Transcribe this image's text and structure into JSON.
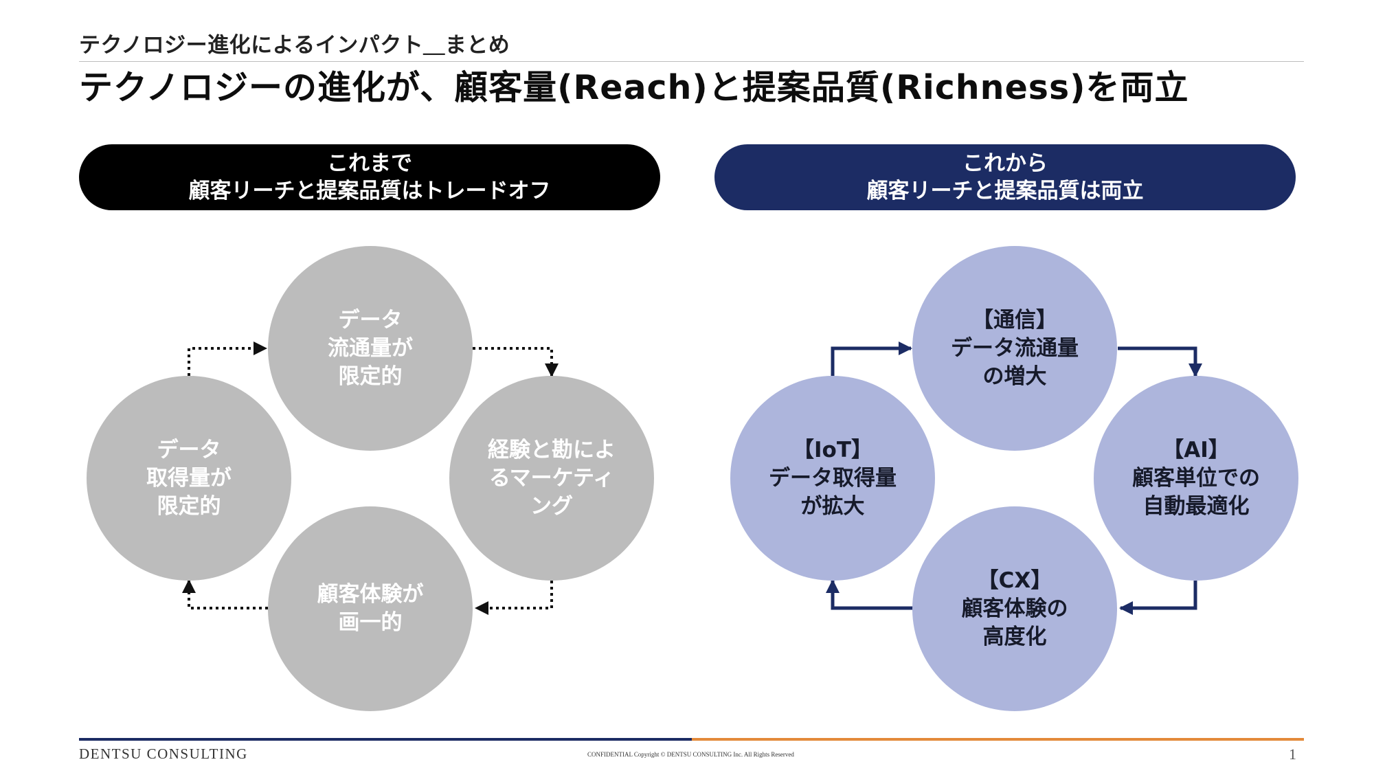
{
  "header": {
    "breadcrumb": "テクノロジー進化によるインパクト＿まとめ",
    "title": "テクノロジーの進化が、顧客量(Reach)と提案品質(Richness)を両立"
  },
  "left_panel": {
    "heading_line1": "これまで",
    "heading_line2": "顧客リーチと提案品質はトレードオフ",
    "circles": {
      "top": [
        "データ",
        "流通量が",
        "限定的"
      ],
      "right": [
        "経験と勘によ",
        "るマーケティ",
        "ング"
      ],
      "bottom": [
        "顧客体験が",
        "画一的"
      ],
      "left": [
        "データ",
        "取得量が",
        "限定的"
      ]
    }
  },
  "right_panel": {
    "heading_line1": "これから",
    "heading_line2": "顧客リーチと提案品質は両立",
    "circles": {
      "top": [
        "【通信】",
        "データ流通量",
        "の増大"
      ],
      "right": [
        "【AI】",
        "顧客単位での",
        "自動最適化"
      ],
      "bottom": [
        "【CX】",
        "顧客体験の",
        "高度化"
      ],
      "left": [
        "【IoT】",
        "データ取得量",
        "が拡大"
      ]
    }
  },
  "footer": {
    "brand": "DENTSU CONSULTING",
    "confidential": "CONFIDENTIAL Copyright © DENTSU CONSULTING Inc. All Rights Reserved",
    "page_number": "1"
  },
  "colors": {
    "navy": "#1c2c64",
    "orange": "#e38a3a",
    "circle_gray": "#bcbcbc",
    "circle_blue": "#adb5dc"
  }
}
